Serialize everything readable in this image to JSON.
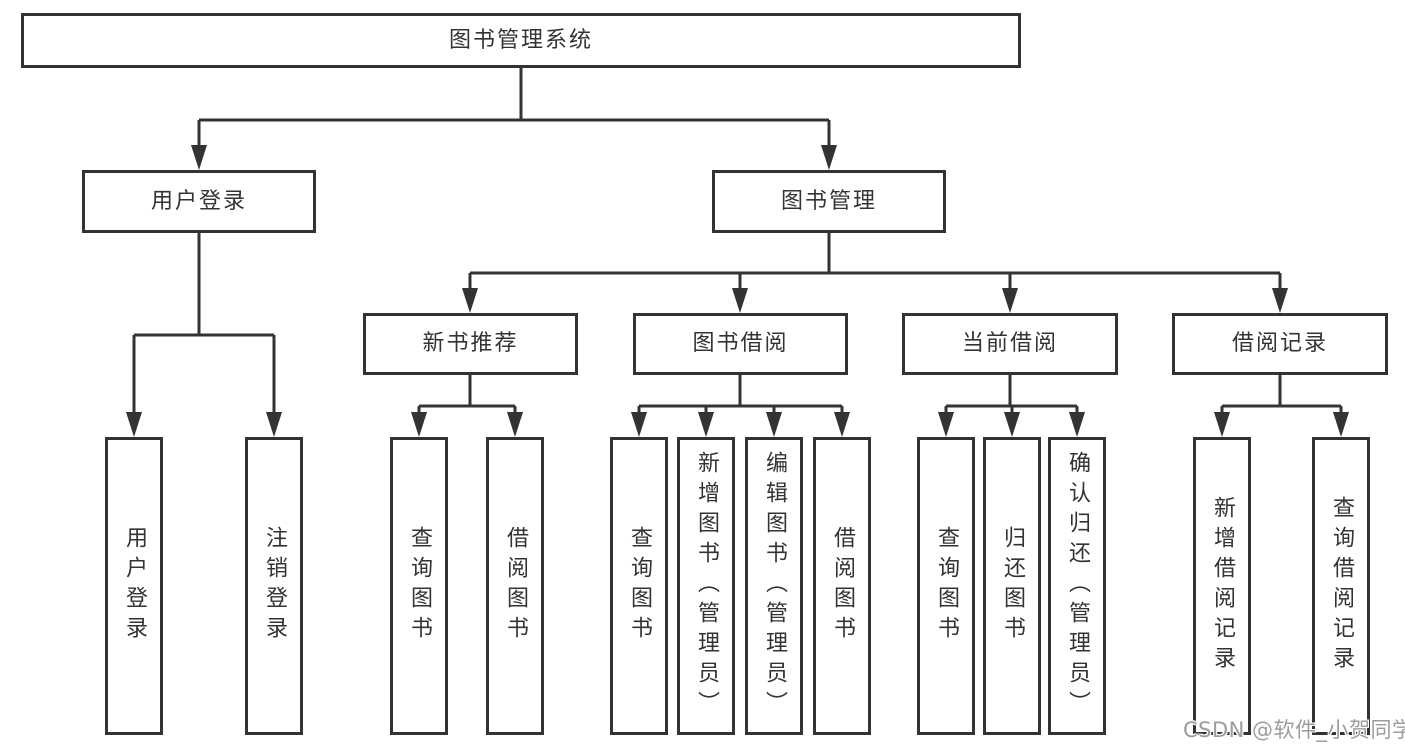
{
  "tree": {
    "root": {
      "label": "图书管理系统"
    },
    "children": [
      {
        "label": "用户登录",
        "children": [
          {
            "label": "用户登录"
          },
          {
            "label": "注销登录"
          }
        ]
      },
      {
        "label": "图书管理",
        "children": [
          {
            "label": "新书推荐",
            "children": [
              {
                "label": "查询图书"
              },
              {
                "label": "借阅图书"
              }
            ]
          },
          {
            "label": "图书借阅",
            "children": [
              {
                "label": "查询图书"
              },
              {
                "label": "新增图书（管理员）"
              },
              {
                "label": "编辑图书（管理员）"
              },
              {
                "label": "借阅图书"
              }
            ]
          },
          {
            "label": "当前借阅",
            "children": [
              {
                "label": "查询图书"
              },
              {
                "label": "归还图书"
              },
              {
                "label": "确认归还（管理员）"
              }
            ]
          },
          {
            "label": "借阅记录",
            "children": [
              {
                "label": "新增借阅记录"
              },
              {
                "label": "查询借阅记录"
              }
            ]
          }
        ]
      }
    ]
  },
  "watermark": {
    "text": "CSDN @软件_小贺同学"
  },
  "colors": {
    "line": "#333333",
    "text": "#333333",
    "box_fill": "#ffffff",
    "background": "#ffffff",
    "watermark": "#9d9d9d"
  }
}
